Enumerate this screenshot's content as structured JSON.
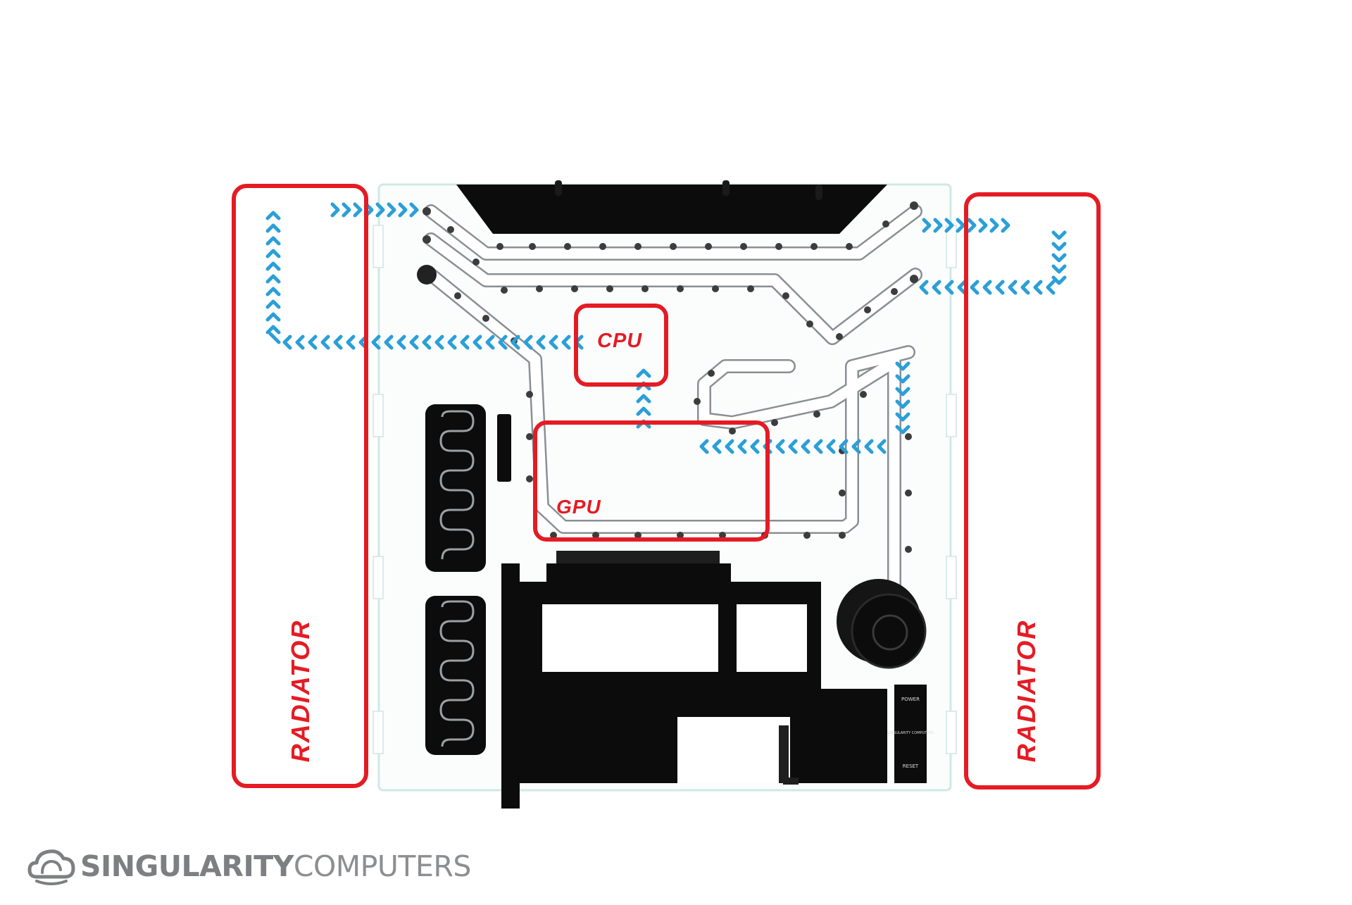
{
  "diagram": {
    "labels": {
      "cpu": "CPU",
      "gpu": "GPU",
      "radiator_left": "RADIATOR",
      "radiator_right": "RADIATOR"
    },
    "panel_text": {
      "power": "POWER",
      "brand_small": "SINGULARITY COMPUTERS",
      "reset": "RESET"
    }
  },
  "brand": {
    "bold": "SINGULARITY",
    "light": "COMPUTERS",
    "icon": "cloud-logo-icon"
  },
  "colors": {
    "highlight": "#e51b24",
    "flow_arrow": "#2a9fd8",
    "panel_black": "#111111",
    "channel": "#8a8f94",
    "logo_grey": "#7d7f82"
  }
}
